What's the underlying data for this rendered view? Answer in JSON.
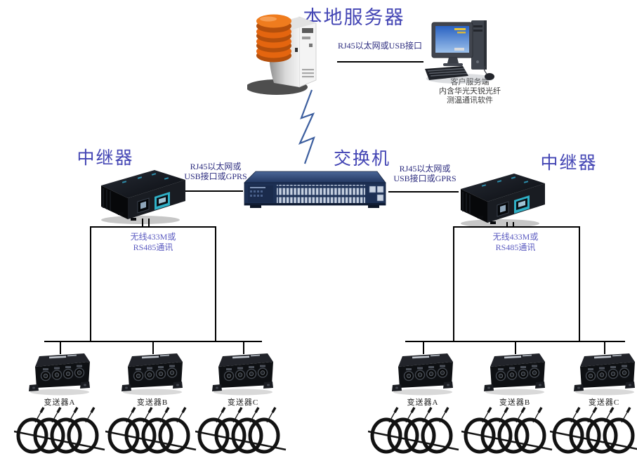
{
  "colors": {
    "title_blue": "#4345b4",
    "link_label_navy": "#2b2b7e",
    "bus_label_periwinkle": "#5b5bc0",
    "caption_gray": "#3a3a3a",
    "device_label_dark": "#1c1c1c",
    "line_black": "#000000",
    "bolt_blue": "#3d5f9f",
    "db_orange": "#e4650f",
    "switch_navy": "#1d3054",
    "port_teal": "#2fb0c6"
  },
  "labels": {
    "server_title": "本地服务器",
    "switch": "交换机",
    "repeater_left": "中继器",
    "repeater_right": "中继器"
  },
  "links": {
    "server_client": "RJ45以太网或USB接口",
    "switch_to_left_repeater": [
      "RJ45以太网或",
      "USB接口或GPRS"
    ],
    "switch_to_right_repeater": [
      "RJ45以太网或",
      "USB接口或GPRS"
    ],
    "left_repeater_bus": [
      "无线433M或",
      "RS485通讯"
    ],
    "right_repeater_bus": [
      "无线433M或",
      "RS485通讯"
    ]
  },
  "client": {
    "caption": [
      "客户服务端",
      "内含华光天锐光纤",
      "测温通讯软件"
    ]
  },
  "transmitters": {
    "left": [
      "变送器A",
      "变送器B",
      "变送器C"
    ],
    "right": [
      "变送器A",
      "变送器B",
      "变送器C"
    ]
  },
  "icons": {
    "server": "server-tower-with-database-icon",
    "client": "desktop-pc-icon",
    "switch": "rack-switch-icon",
    "repeater": "repeater-box-icon",
    "transmitter": "transmitter-box-icon",
    "sensor_coil": "fiber-coil-icon",
    "link_bolt": "lightning-link-icon"
  }
}
